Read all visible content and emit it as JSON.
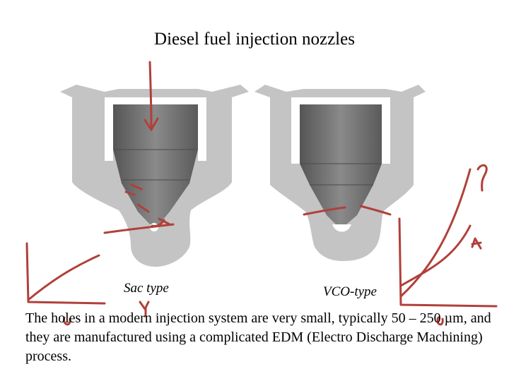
{
  "slide": {
    "title": "Diesel fuel injection nozzles",
    "labels": {
      "sac": "Sac type",
      "vco": "VCO-type"
    },
    "body": "The holes in a modern injection system are very small, typically 50 – 250 µm, and they are manufactured using a complicated EDM (Electro Discharge Machining) process."
  },
  "colors": {
    "nozzle_body": "#c4c4c4",
    "needle_dark": "#6a6a6a",
    "needle_mid": "#8a8a8a",
    "annotation": "#b0403a"
  }
}
